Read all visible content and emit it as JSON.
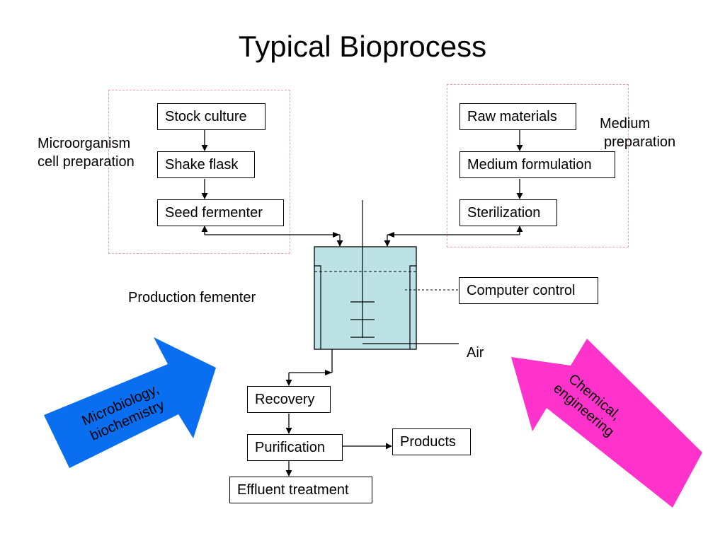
{
  "title": "Typical Bioprocess",
  "groups": {
    "microorganism_label_1": "Microorganism",
    "microorganism_label_2": "cell preparation",
    "medium_label_1": "Medium",
    "medium_label_2": "preparation"
  },
  "nodes": {
    "stock_culture": "Stock culture",
    "shake_flask": "Shake flask",
    "seed_fermenter": "Seed fermenter",
    "raw_materials": "Raw materials",
    "medium_formulation": "Medium formulation",
    "sterilization": "Sterilization",
    "computer_control": "Computer control",
    "recovery": "Recovery",
    "purification": "Purification",
    "products": "Products",
    "effluent_treatment": "Effluent treatment"
  },
  "labels": {
    "production_fermenter": "Production fementer",
    "air": "Air"
  },
  "arrows": {
    "left_1": "Microbiology,",
    "left_2": "biochemistry",
    "right_1": "Chemical,",
    "right_2": "engineering"
  },
  "colors": {
    "left_arrow": "#0a6ef0",
    "right_arrow": "#ff33cc",
    "fermenter_fill": "#bde2e6",
    "group_border": "#f0a0b0"
  }
}
